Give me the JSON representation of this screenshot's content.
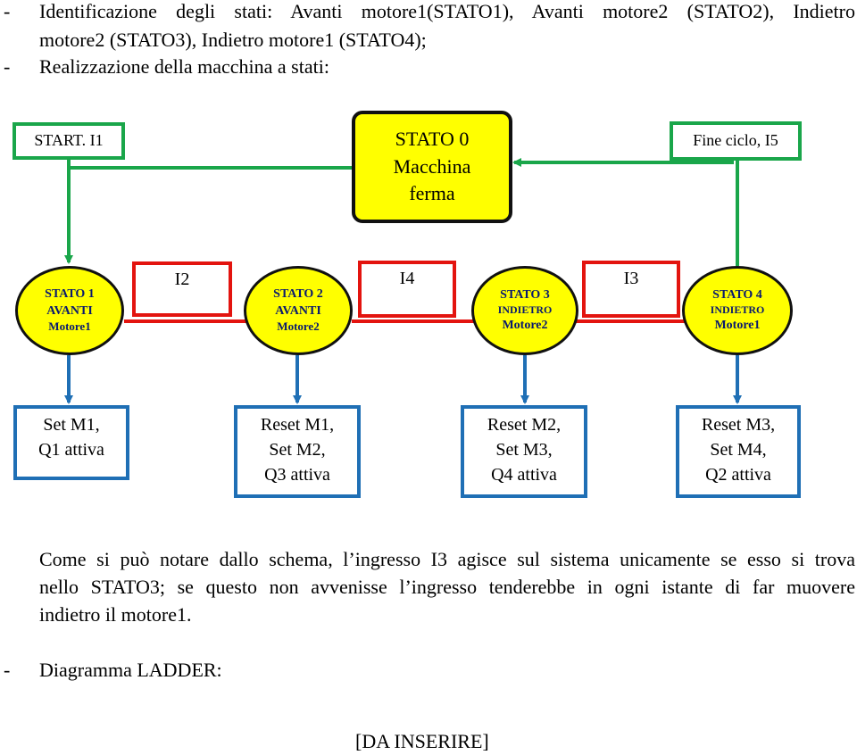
{
  "intro": {
    "bullet": "-",
    "line1": "Identificazione degli stati: Avanti motore1(STATO1), Avanti motore2 (STATO2), Indietro",
    "line2": "motore2 (STATO3), Indietro motore1 (STATO4);",
    "line3": "Realizzazione della macchina a stati:"
  },
  "diagram": {
    "start_label": "START. I1",
    "end_label": "Fine ciclo, I5",
    "state0": {
      "l1": "STATO 0",
      "l2": "Macchina",
      "l3": "ferma"
    },
    "states": [
      {
        "name": "STATO 1",
        "dir": "AVANTI",
        "motor": "Motore1"
      },
      {
        "name": "STATO 2",
        "dir": "AVANTI",
        "motor": "Motore2"
      },
      {
        "name": "STATO 3",
        "dir": "INDIETRO",
        "motor": "Motore2"
      },
      {
        "name": "STATO 4",
        "dir": "INDIETRO",
        "motor": "Motore1"
      }
    ],
    "transitions": [
      "I2",
      "I4",
      "I3"
    ],
    "actions": [
      {
        "l1": "Set M1,",
        "l2": "Q1 attiva",
        "l3": ""
      },
      {
        "l1": "Reset M1,",
        "l2": "Set M2,",
        "l3": "Q3 attiva"
      },
      {
        "l1": "Reset M2,",
        "l2": "Set M3,",
        "l3": "Q4 attiva"
      },
      {
        "l1": "Reset M3,",
        "l2": "Set M4,",
        "l3": "Q2 attiva"
      }
    ],
    "colors": {
      "green": "#1aa64a",
      "red": "#e3140f",
      "blue": "#1f6fb5",
      "yellow": "#ffff00"
    }
  },
  "paragraph": {
    "l1": "Come si può notare dallo schema, l’ingresso I3 agisce sul sistema unicamente se esso si trova",
    "l2": "nello STATO3; se questo non avvenisse l’ingresso tenderebbe in ogni istante di far muovere",
    "l3": "indietro il motore1."
  },
  "ladder": {
    "bullet": "-",
    "label": "Diagramma LADDER:"
  },
  "placeholder": "[DA INSERIRE]"
}
